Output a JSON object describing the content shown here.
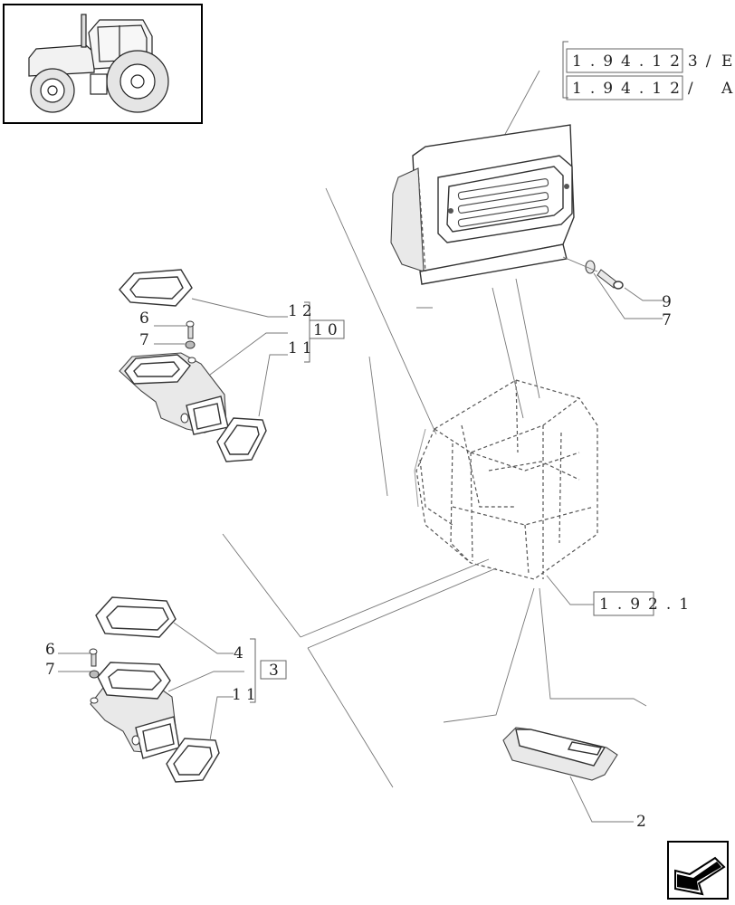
{
  "refs": {
    "ref_top_1": "1.94.123/",
    "ref_top_1_suffix": "E",
    "ref_top_2": "1.94.12/",
    "ref_top_2_suffix": "A",
    "ref_frame": "1.92.1"
  },
  "callouts": {
    "c12": "12",
    "c10": "10",
    "c11_upper": "11",
    "c6_upper": "6",
    "c7_upper": "7",
    "c9": "9",
    "c7_right": "7",
    "c4": "4",
    "c3": "3",
    "c6_lower": "6",
    "c7_lower": "7",
    "c11_lower": "11",
    "c2": "2"
  },
  "icons": {
    "thumbnail": "tractor-thumbnail-icon",
    "navigation": "next-page-arrow-icon"
  }
}
